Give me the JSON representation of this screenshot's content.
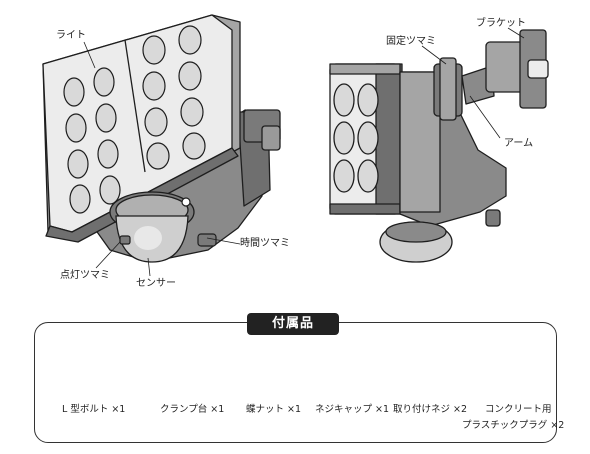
{
  "colors": {
    "outline": "#1e1e1e",
    "body_dark": "#6f6f6f",
    "body_mid": "#a5a5a5",
    "led_fill": "#d9d9d9",
    "panel_light": "#ececec",
    "title_bg": "#222222"
  },
  "front_view": {
    "light_label": "ライト",
    "time_knob_label": "時間ツマミ",
    "light_knob_label": "点灯ツマミ",
    "sensor_label": "センサー"
  },
  "side_view": {
    "lock_knob_label": "固定ツマミ",
    "bracket_label": "ブラケット",
    "arm_label": "アーム"
  },
  "accessories": {
    "title": "付属品",
    "items": [
      {
        "label": "L 型ボルト ×1",
        "icon": "l-wrench-icon"
      },
      {
        "label": "クランプ台 ×1",
        "icon": "clamp-base-icon"
      },
      {
        "label": "蝶ナット ×1",
        "icon": "wing-nut-icon"
      },
      {
        "label": "ネジキャップ ×1",
        "icon": "screw-cap-icon"
      },
      {
        "label": "取り付けネジ ×2",
        "icon": "mounting-screw-icon"
      },
      {
        "label": "コンクリート用",
        "icon": "wall-plug-icon"
      }
    ],
    "plug_label_line2": "プラスチックプラグ ×2"
  }
}
